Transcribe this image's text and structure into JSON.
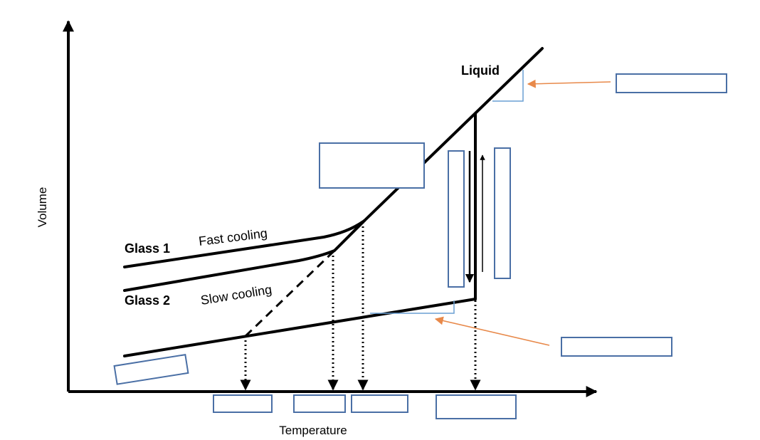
{
  "axes": {
    "x_label": "Temperature",
    "y_label": "Volume"
  },
  "labels": {
    "liquid": "Liquid",
    "glass1": "Glass 1",
    "glass2": "Glass 2",
    "fast_cooling": "Fast cooling",
    "slow_cooling": "Slow cooling"
  },
  "colors": {
    "line": "#000000",
    "box_border": "#4a6fa5",
    "pointer_arrow": "#e8894a",
    "bracket": "#6a9fd4"
  }
}
